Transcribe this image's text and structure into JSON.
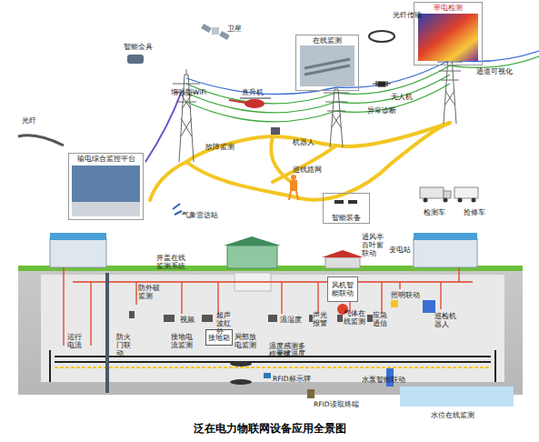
{
  "diagram": {
    "caption": "泛在电力物联网设备应用全景图",
    "nodes": [
      {
        "text": [
          "带电检测"
        ]
      },
      {
        "text": [
          "在线监测"
        ]
      },
      {
        "text": [
          "输电综合监控平台"
        ]
      },
      {
        "text": [
          "智能装备"
        ]
      },
      {
        "text": [
          "接地箱"
        ]
      },
      {
        "text": [
          "风机智能联动"
        ]
      }
    ],
    "labels": [
      "卫星",
      "光纤传输",
      "智能金具",
      "通道可视化",
      "增强型WiFi",
      "直升机",
      "无人机",
      "光纤",
      "异常诊断",
      "故障监测",
      "机器人",
      "巡线路网",
      "气象雷达站",
      "检测车",
      "抢修车",
      "井盖在线监测系统",
      "通风亭百叶窗联动",
      "变电站",
      "防外破监测",
      "照明联动",
      "视频",
      "超声波红外",
      "温湿度",
      "声光报警",
      "气体在线监测",
      "应急通信",
      "巡检机器人",
      "运行电流",
      "防火门联动",
      "接地电流监测",
      "局部放电监测",
      "温度感测多模光缆",
      "带状温度",
      "RFID标示牌",
      "水泵智能联动",
      "RFID读取终端",
      "水位在线监测"
    ]
  }
}
